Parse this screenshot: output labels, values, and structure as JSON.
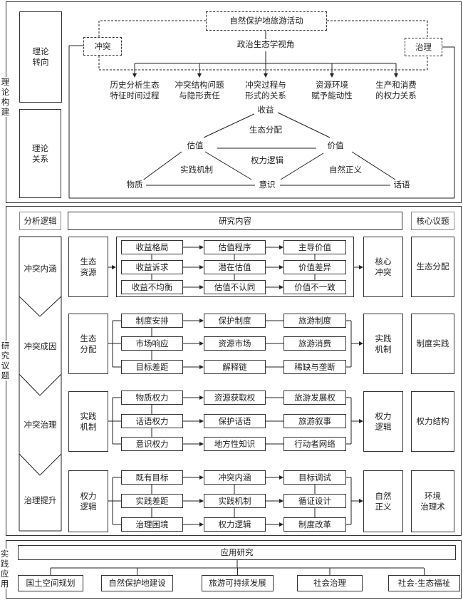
{
  "sections": {
    "theory": "理论构建",
    "research": "研究议题",
    "practice": "实践应用"
  },
  "theory": {
    "turn_label": "理论转向",
    "relation_label": "理论关系",
    "activity": "自然保护地旅游活动",
    "conflict": "冲突",
    "governance": "治理",
    "perspective": "政治生态学视角",
    "aspects": [
      "历史分析生态\n特征时间过程",
      "冲突结构问题\n与隐形责任",
      "冲突过程与\n形式的关系",
      "资源环境\n赋予能动性",
      "生产和消费\n的权力关系"
    ],
    "nodes": {
      "benefit": "收益",
      "estimate": "估值",
      "value": "价值",
      "material": "物质",
      "consciousness": "意识",
      "discourse": "话语"
    },
    "relations": {
      "eco_distribution": "生态分配",
      "power_logic": "权力逻辑",
      "practice_mechanism": "实践机制",
      "natural_justice": "自然正义"
    }
  },
  "research": {
    "header": {
      "logic": "分析逻辑",
      "content": "研究内容",
      "core": "核心议题"
    },
    "stages": [
      "冲突内涵",
      "冲突成因",
      "冲突治理",
      "治理提升"
    ],
    "rows": [
      {
        "input": "生态\n资源",
        "cells": [
          [
            "收益格局",
            "估值程序",
            "主导价值"
          ],
          [
            "收益诉求",
            "潜在估值",
            "价值差异"
          ],
          [
            "收益不均衡",
            "估值不认同",
            "价值不一致"
          ]
        ],
        "output": "核心\n冲突",
        "core": "生态分配"
      },
      {
        "input": "生态\n分配",
        "cells": [
          [
            "制度安排",
            "保护制度",
            "旅游制度"
          ],
          [
            "市场响应",
            "资源市场",
            "旅游消费"
          ],
          [
            "目标差距",
            "解释链",
            "稀缺与垄断"
          ]
        ],
        "output": "实践\n机制",
        "core": "制度实践"
      },
      {
        "input": "实践\n机制",
        "cells": [
          [
            "物质权力",
            "资源获取权",
            "旅游发展权"
          ],
          [
            "话语权力",
            "保护话语",
            "旅游叙事"
          ],
          [
            "意识权力",
            "地方性知识",
            "行动者网络"
          ]
        ],
        "output": "权力\n逻辑",
        "core": "权力结构"
      },
      {
        "input": "权力\n逻辑",
        "cells": [
          [
            "既有目标",
            "冲突内涵",
            "目标调试"
          ],
          [
            "实践差距",
            "实践机制",
            "循证设计"
          ],
          [
            "治理困境",
            "权力逻辑",
            "制度改革"
          ]
        ],
        "output": "自然\n正义",
        "core": "环境\n治理术"
      }
    ]
  },
  "practice": {
    "title": "应用研究",
    "items": [
      "国土空间规划",
      "自然保护地建设",
      "旅游可持续发展",
      "社会治理",
      "社会-生态福祉"
    ]
  }
}
